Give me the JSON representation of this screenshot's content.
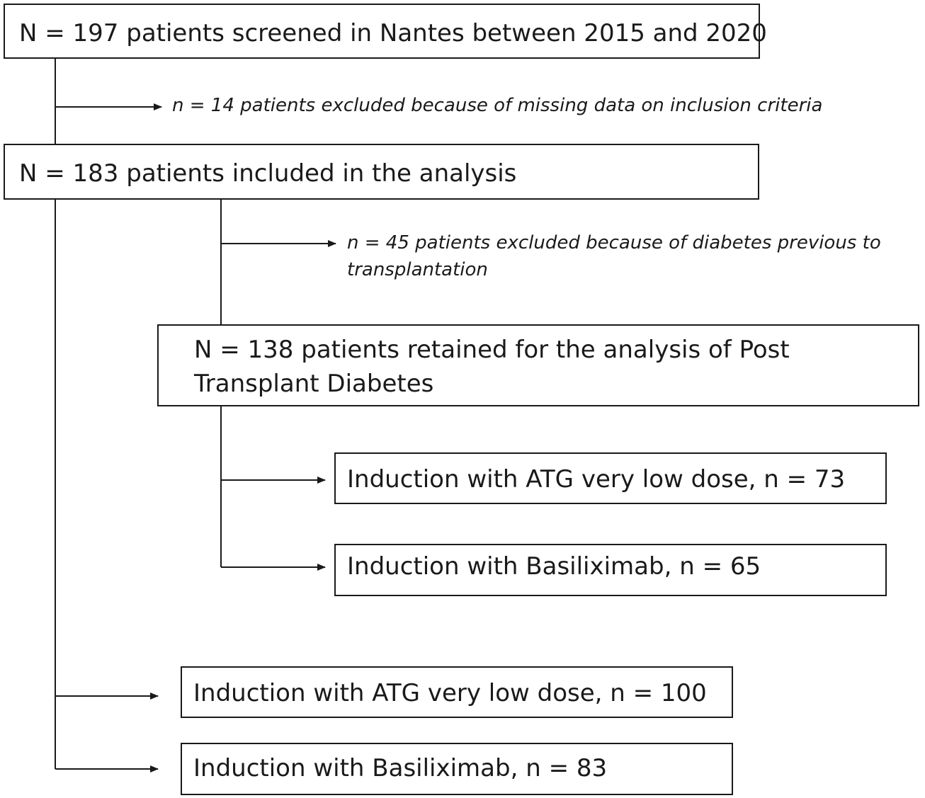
{
  "boxes": {
    "screened": "N = 197 patients screened in Nantes between 2015 and 2020",
    "included": "N = 183 patients included in the analysis",
    "retained": "N = 138 patients retained for the analysis of Post Transplant Diabetes",
    "ptd_atg": "Induction with ATG very low dose, n = 73",
    "ptd_basiliximab": "Induction with Basiliximab, n = 65",
    "all_atg": "Induction with ATG very low dose, n = 100",
    "all_basiliximab": "Induction with Basiliximab, n = 83"
  },
  "notes": {
    "excluded_missing": "n = 14 patients excluded because of missing data on inclusion criteria",
    "excluded_diabetes_line1": "n = 45 patients excluded because of diabetes previous to",
    "excluded_diabetes_line2": "transplantation"
  },
  "colors": {
    "line": "#1a1a1a",
    "background": "#ffffff"
  }
}
